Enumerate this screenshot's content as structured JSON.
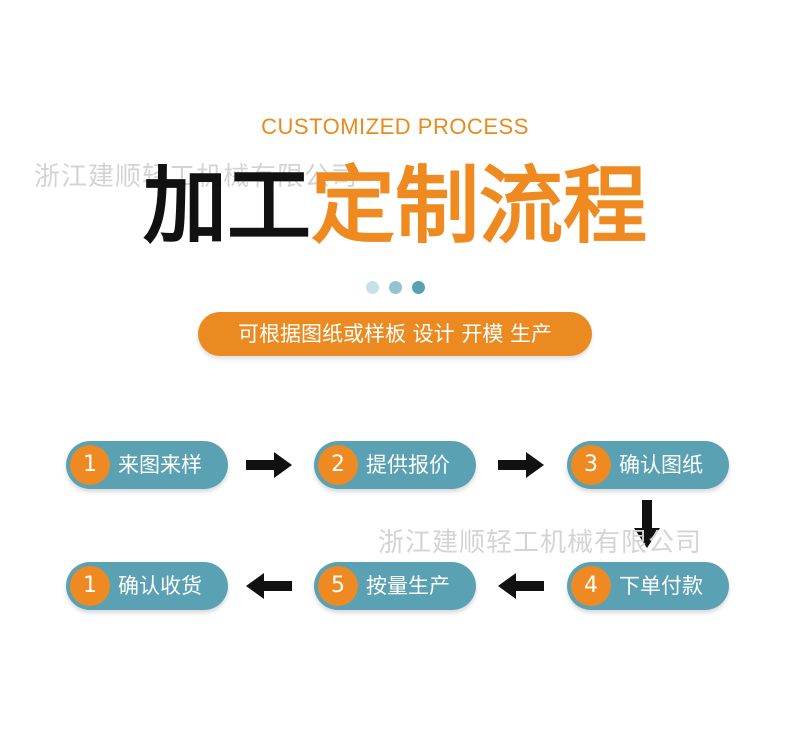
{
  "subtitle": "CUSTOMIZED PROCESS",
  "title": {
    "black_part": "加工",
    "orange_part": "定制流程"
  },
  "watermark": "浙江建顺轻工机械有限公司",
  "banner": "可根据图纸或样板 设计 开模 生产",
  "dots": [
    "#c7e1e8",
    "#93c3d0",
    "#5aa1b4"
  ],
  "colors": {
    "orange": "#ee8a1f",
    "teal": "#5aa1b4",
    "black": "#111111"
  },
  "steps": [
    {
      "num": "1",
      "label": "来图来样"
    },
    {
      "num": "2",
      "label": "提供报价"
    },
    {
      "num": "3",
      "label": "确认图纸"
    },
    {
      "num": "4",
      "label": "下单付款"
    },
    {
      "num": "5",
      "label": "按量生产"
    },
    {
      "num": "1",
      "label": "确认收货"
    }
  ]
}
